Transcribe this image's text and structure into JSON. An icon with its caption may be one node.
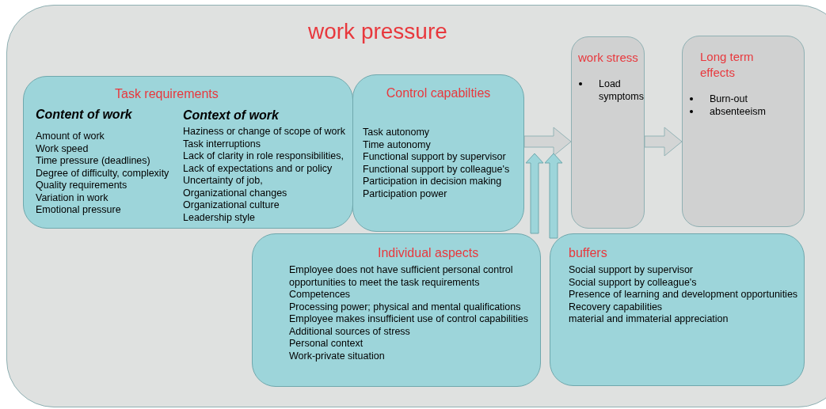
{
  "diagram": {
    "nodes": [
      {
        "text": [
          "work pressure"
        ]
      },
      {
        "text": [
          "Task requirements",
          "Content of work",
          "Amount of work",
          "Work speed",
          "Time pressure (deadlines)",
          "Degree of difficulty, complexity",
          "Quality requirements",
          "Variation in work",
          "Emotional pressure",
          "Context of work",
          "Haziness or change of scope of work",
          "Task interruptions",
          "Lack of clarity in role responsibilities,",
          "Lack of expectations and or policy",
          "Uncertainty of job,",
          "Organizational changes",
          "Organizational culture",
          "Leadership style"
        ],
        "in": 0
      },
      {
        "text": [
          "Control capabilties",
          "Task autonomy",
          "Time autonomy",
          "Functional support by supervisor",
          "Functional support by colleague's",
          "Participation in decision making",
          "Participation power"
        ],
        "in": 0
      },
      {
        "text": [
          "work stress",
          "Load symptoms"
        ],
        "in": 0
      },
      {
        "text": [
          "Long term effects",
          "Burn-out",
          "absenteeism"
        ],
        "in": 0
      },
      {
        "text": [
          "Individual aspects",
          "Employee does not have sufficient personal control opportunities to meet the task requirements",
          "Competences",
          "Processing power; physical and mental qualifications",
          "Employee makes insufficient use of control capabilities",
          "Additional sources of stress",
          "Personal context",
          "Work-private situation"
        ],
        "in": 0
      },
      {
        "text": [
          "buffers",
          "Social support by supervisor",
          "Social support by colleague's",
          "Presence of learning and development opportunities",
          "Recovery capabilities",
          "material and immaterial appreciation"
        ],
        "in": 0
      }
    ],
    "edges": [
      {
        "from": 2,
        "to": 3,
        "arrow": "to"
      },
      {
        "from": 3,
        "to": 4,
        "arrow": "to"
      },
      {
        "from": 5,
        "to": null,
        "arrow": "to"
      },
      {
        "from": 6,
        "to": null,
        "arrow": "to"
      }
    ]
  }
}
